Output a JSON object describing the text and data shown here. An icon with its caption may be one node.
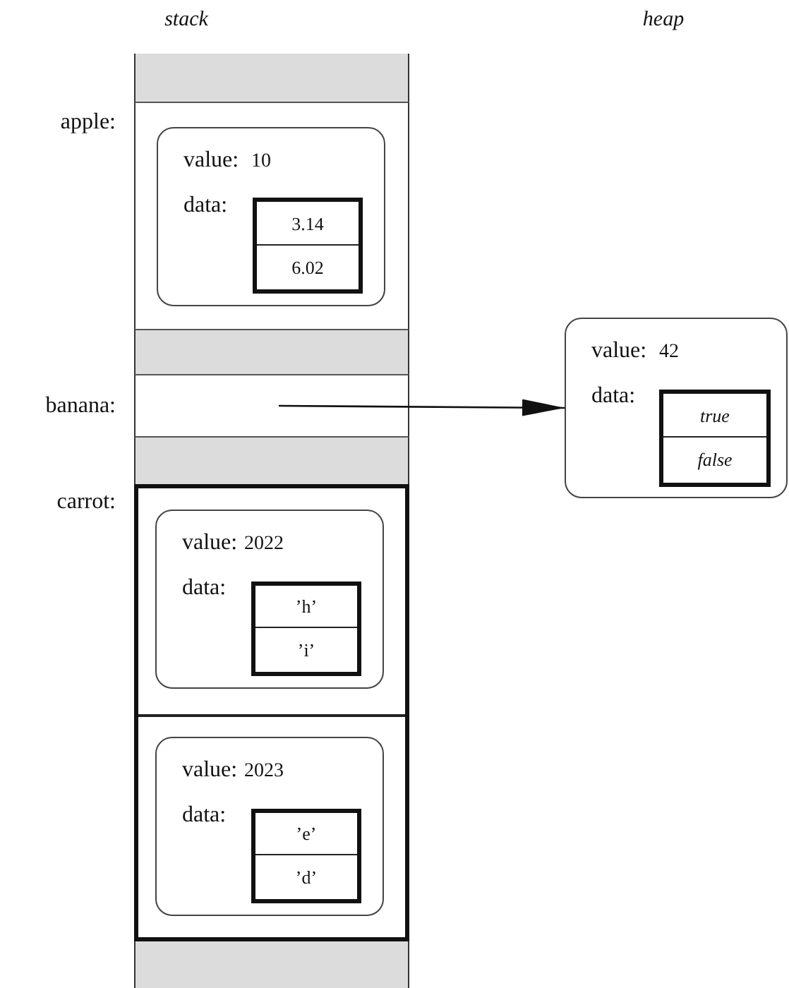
{
  "diagram": {
    "nodes": [
      {
        "text": [],
        "shape": "box",
        "beside": [
          "apple:"
        ]
      },
      {
        "text": [
          "value:",
          "10",
          "data:"
        ],
        "in": 0
      },
      {
        "text": [],
        "shape": "box",
        "in": 1
      },
      {
        "text": [
          "3.14"
        ],
        "in": 2
      },
      {
        "text": [
          "6.02"
        ],
        "in": 2
      },
      {
        "text": [],
        "shape": "box",
        "beside": [
          "banana:"
        ]
      },
      {
        "text": [],
        "shape": "box",
        "beside": [
          "carrot:"
        ]
      },
      {
        "text": [],
        "shape": "box",
        "in": 6
      },
      {
        "text": [
          "value:",
          "2022",
          "data:"
        ],
        "in": 7
      },
      {
        "text": [],
        "shape": "box",
        "in": 8
      },
      {
        "text": [
          "’h’"
        ],
        "in": 9
      },
      {
        "text": [
          "’i’"
        ],
        "in": 9
      },
      {
        "text": [],
        "shape": "box",
        "in": 6
      },
      {
        "text": [
          "value:",
          "2023",
          "data:"
        ],
        "in": 12
      },
      {
        "text": [],
        "shape": "box",
        "in": 13
      },
      {
        "text": [
          "’e’"
        ],
        "in": 14
      },
      {
        "text": [
          "’d’"
        ],
        "in": 14
      },
      {
        "text": [
          "value:",
          "42",
          "data:"
        ]
      },
      {
        "text": [],
        "shape": "box",
        "in": 17
      },
      {
        "text": [
          "true"
        ],
        "in": 18
      },
      {
        "text": [
          "false"
        ],
        "in": 18
      },
      {
        "text": [],
        "shape": "bar"
      },
      {
        "text": [],
        "shape": "bar"
      },
      {
        "text": [],
        "shape": "bar"
      },
      {
        "text": [],
        "shape": "bar"
      }
    ],
    "edges": [
      {
        "from": 5,
        "to": 17,
        "arrow": "to"
      }
    ],
    "labels": [
      "stack",
      "heap"
    ]
  }
}
